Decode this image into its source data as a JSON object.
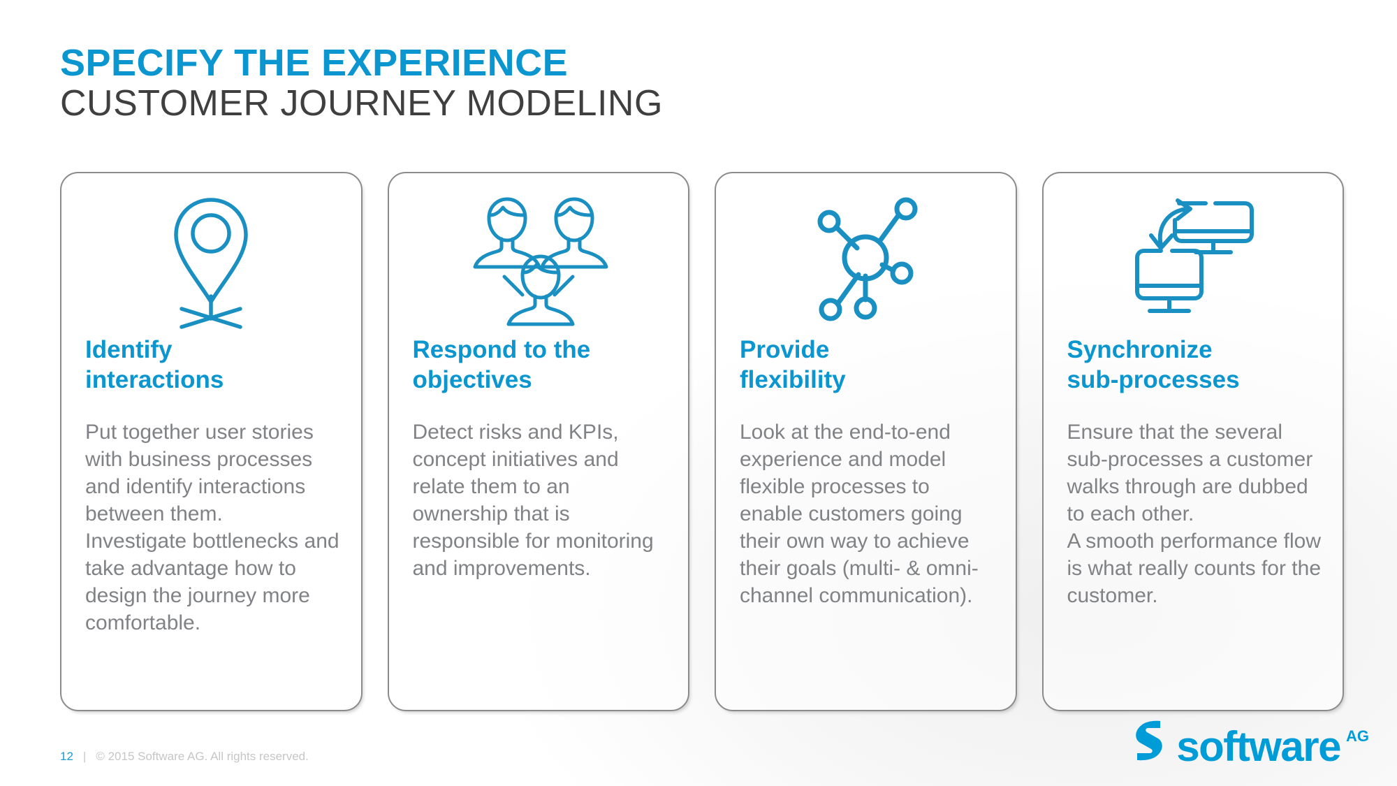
{
  "header": {
    "title_main": "SPECIFY THE EXPERIENCE",
    "title_sub": "CUSTOMER JOURNEY MODELING"
  },
  "colors": {
    "accent_blue": "#0c96cf",
    "logo_blue": "#009cd8",
    "heading_gray": "#3f3f3f",
    "body_gray": "#808285",
    "card_border": "#8b8b8b",
    "footer_page": "#1b9ad6",
    "footer_copy": "#c6c6c6"
  },
  "cards": [
    {
      "icon": "map-pin-location-icon",
      "title": "Identify\ninteractions",
      "text": "Put together user stories with business processes and identify interactions between them.\nInvestigate bottlenecks and take advantage how to design the journey more comfortable."
    },
    {
      "icon": "three-people-group-icon",
      "title": "Respond to the\nobjectives",
      "text": "Detect risks and KPIs, concept initiatives and relate them to an ownership that is responsible for monitoring and improvements."
    },
    {
      "icon": "hub-network-nodes-icon",
      "title": "Provide\nflexibility",
      "text": "Look at the end-to-end experience and model flexible processes to enable customers going their own way to achieve their goals (multi- & omni-channel communication)."
    },
    {
      "icon": "two-monitors-sync-icon",
      "title": "Synchronize\nsub-processes",
      "text": "Ensure that the several sub-processes a customer walks through are dubbed to each other.\nA smooth performance flow is what really counts for the customer."
    }
  ],
  "footer": {
    "page_number": "12",
    "separator": "|",
    "copyright": "© 2015 Software AG. All rights reserved."
  },
  "logo": {
    "wordmark": "software",
    "suffix": "AG"
  }
}
